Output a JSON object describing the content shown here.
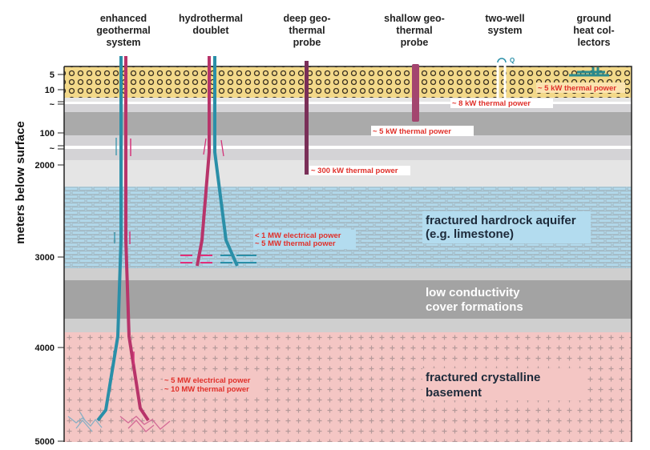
{
  "headers": [
    [
      "enhanced",
      "geothermal",
      "system"
    ],
    [
      "hydrothermal",
      "doublet"
    ],
    [
      "deep geo-",
      "thermal",
      "probe"
    ],
    [
      "shallow geo-",
      "thermal",
      "probe"
    ],
    [
      "two-well",
      "system"
    ],
    [
      "ground",
      "heat col-",
      "lectors"
    ]
  ],
  "axis": {
    "label": "meters below surface",
    "ticks": [
      "5",
      "10",
      "~",
      "100",
      "~",
      "2000",
      "3000",
      "4000",
      "5000"
    ]
  },
  "power_labels": {
    "ground_collectors": "~ 5 kW thermal power",
    "two_well": "~ 8 kW thermal power",
    "shallow_probe": "~ 5 kW thermal power",
    "deep_probe": "~ 300 kW thermal power",
    "doublet": [
      "< 1 MW electrical power",
      "~ 5 MW thermal power"
    ],
    "egs": [
      "~ 5 MW electrical power",
      "~ 10 MW thermal power"
    ]
  },
  "formations": {
    "aquifer": [
      "fractured hardrock aquifer",
      "(e.g. limestone)"
    ],
    "cover": [
      "low conductivity",
      "cover formations"
    ],
    "basement": [
      "fractured crystalline",
      "basement"
    ]
  },
  "two_well_symbol": "Q",
  "colors": {
    "cold_pipe": "#2a8fa8",
    "hot_pipe": "#b8346a",
    "power_text": "#e0302a",
    "sand": "#f3d98a",
    "aquifer": "#b3dcef",
    "basement": "#f4c6c4"
  }
}
